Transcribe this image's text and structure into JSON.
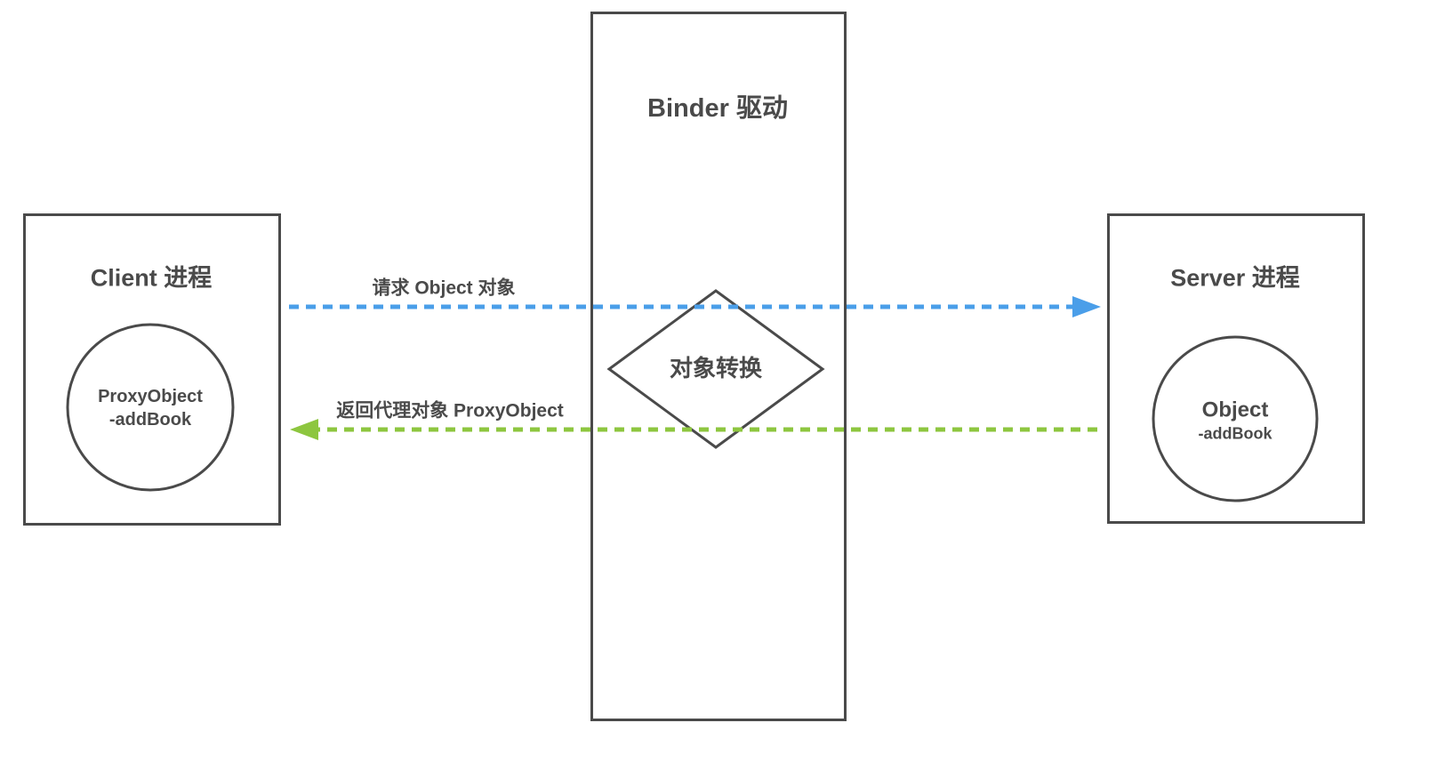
{
  "binder": {
    "label": "Binder 驱动"
  },
  "client": {
    "title": "Client 进程",
    "object": {
      "line1": "ProxyObject",
      "line2": "-addBook"
    }
  },
  "server": {
    "title": "Server 进程",
    "object": {
      "line1": "Object",
      "line2": "-addBook"
    }
  },
  "converter": {
    "label": "对象转换"
  },
  "arrows": {
    "request": {
      "label": "请求 Object 对象",
      "color": "#4a9ee9",
      "direction": "left-to-right"
    },
    "reply": {
      "label": "返回代理对象 ProxyObject",
      "color": "#8dc63f",
      "direction": "right-to-left"
    }
  },
  "colors": {
    "outline": "#4a4a4a",
    "text": "#4a4a4a",
    "background": "#ffffff"
  }
}
